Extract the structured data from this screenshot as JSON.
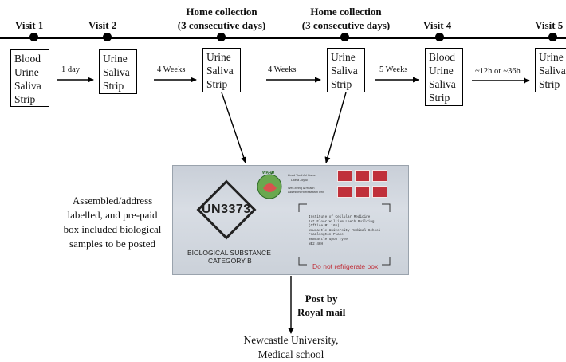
{
  "visits": [
    {
      "label": "Visit 1",
      "items": [
        "Blood",
        "Urine",
        "Saliva",
        "Strip"
      ]
    },
    {
      "label": "Visit 2",
      "items": [
        "Urine",
        "Saliva",
        "Strip"
      ]
    },
    {
      "label": "Home collection",
      "sublabel": "(3 consecutive days)",
      "items": [
        "Urine",
        "Saliva",
        "Strip"
      ]
    },
    {
      "label": "Home collection",
      "sublabel": "(3 consecutive days)",
      "items": [
        "Urine",
        "Saliva",
        "Strip"
      ]
    },
    {
      "label": "Visit 4",
      "items": [
        "Blood",
        "Urine",
        "Saliva",
        "Strip"
      ]
    },
    {
      "label": "Visit 5",
      "items": [
        "Urine",
        "Saliva",
        "Strip"
      ]
    }
  ],
  "intervals": [
    "1 day",
    "4 Weeks",
    "4 Weeks",
    "5 Weeks",
    "~12h or ~36h"
  ],
  "package_note": [
    "Assembled/address",
    "labelled, and pre-paid",
    "box included biological",
    "samples to be posted"
  ],
  "envelope": {
    "un_code": "UN3373",
    "substance_line1": "BIOLOGICAL SUBSTANCE",
    "substance_line2": "CATEGORY B",
    "warning": "Do not refrigerate box",
    "org_lines": [
      "Lived Youthful Home",
      "Like a Joyful",
      "Well-being & Health",
      "Assessment Research Unit"
    ],
    "logo_text": "WARU",
    "address_lines": [
      "Institute of Cellular Medicine",
      "1st Floor William Leech Building",
      "(Office M1.165)",
      "Newcastle University Medical School",
      "Framlington Place",
      "Newcastle upon Tyne",
      "NE2 4HH"
    ]
  },
  "post": {
    "line1": "Post by",
    "line2": "Royal mail"
  },
  "destination": {
    "line1": "Newcastle University,",
    "line2": "Medical school"
  }
}
